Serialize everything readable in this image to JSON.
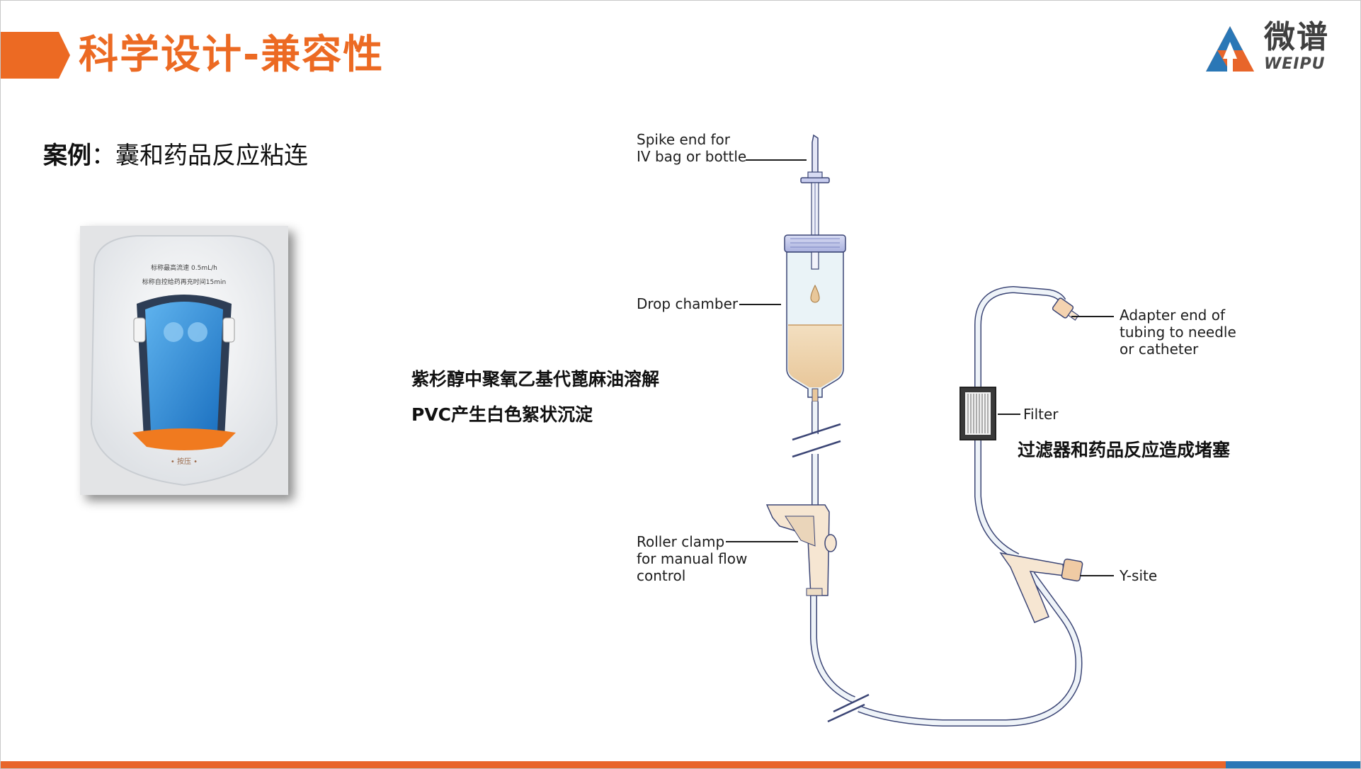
{
  "header": {
    "title": "科学设计-兼容性",
    "accent_color": "#ec6a23"
  },
  "logo": {
    "name_cn": "微谱",
    "name_en": "WEIPU",
    "icon": "weipu-logo-icon",
    "colors": [
      "#e8652a",
      "#2a77b6"
    ]
  },
  "case": {
    "label": "案例",
    "colon": "：",
    "text": "囊和药品反应粘连"
  },
  "photo": {
    "line1": "标称最高流速 0.5mL/h",
    "line2": "标称自控给药再充时间15min"
  },
  "notes": {
    "note1": "紫杉醇中聚氧乙基代蓖麻油溶解",
    "note2": "PVC产生白色絮状沉淀",
    "note3": "过滤器和药品反应造成堵塞"
  },
  "diagram": {
    "spike_label": "Spike end for\nIV bag or bottle",
    "drop_label": "Drop chamber",
    "adapter_label": "Adapter end of\ntubing to needle\nor catheter",
    "filter_label": "Filter",
    "roller_label": "Roller clamp\nfor manual flow\ncontrol",
    "ysite_label": "Y-site"
  },
  "footer": {
    "bar_colors": [
      "#e8652a",
      "#2a77b6"
    ]
  }
}
